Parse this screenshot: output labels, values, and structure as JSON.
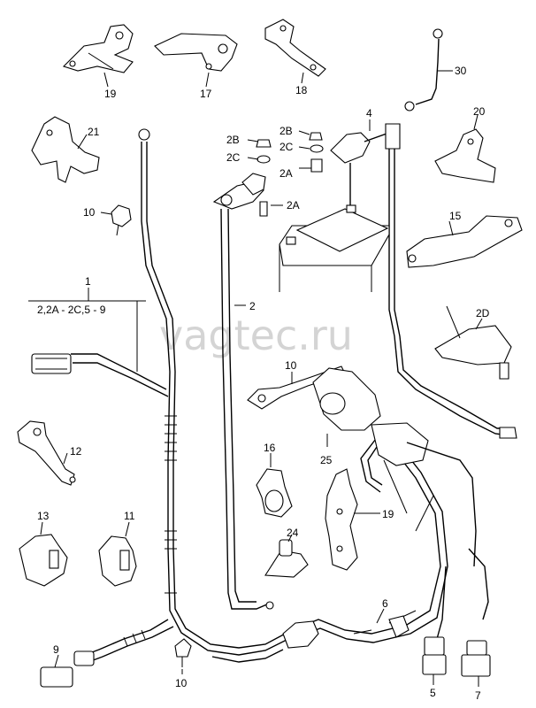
{
  "watermark": "vagtec.ru",
  "callouts": {
    "c19": "19",
    "c17": "17",
    "c18": "18",
    "c30": "30",
    "c21": "21",
    "c10a": "10",
    "c4": "4",
    "c20": "20",
    "c2b_a": "2B",
    "c2c_a": "2C",
    "c2b_b": "2B",
    "c2c_b": "2C",
    "c2a_a": "2A",
    "c2a_b": "2A",
    "c15": "15",
    "c1": "1",
    "c1sub": "2,2A - 2C,5 - 9",
    "c2": "2",
    "c2d": "2D",
    "c10b": "10",
    "c12": "12",
    "c16": "16",
    "c25": "25",
    "c13": "13",
    "c11": "11",
    "c19b": "19",
    "c24": "24",
    "c6": "6",
    "c9": "9",
    "c10c": "10",
    "c5": "5",
    "c7": "7"
  }
}
